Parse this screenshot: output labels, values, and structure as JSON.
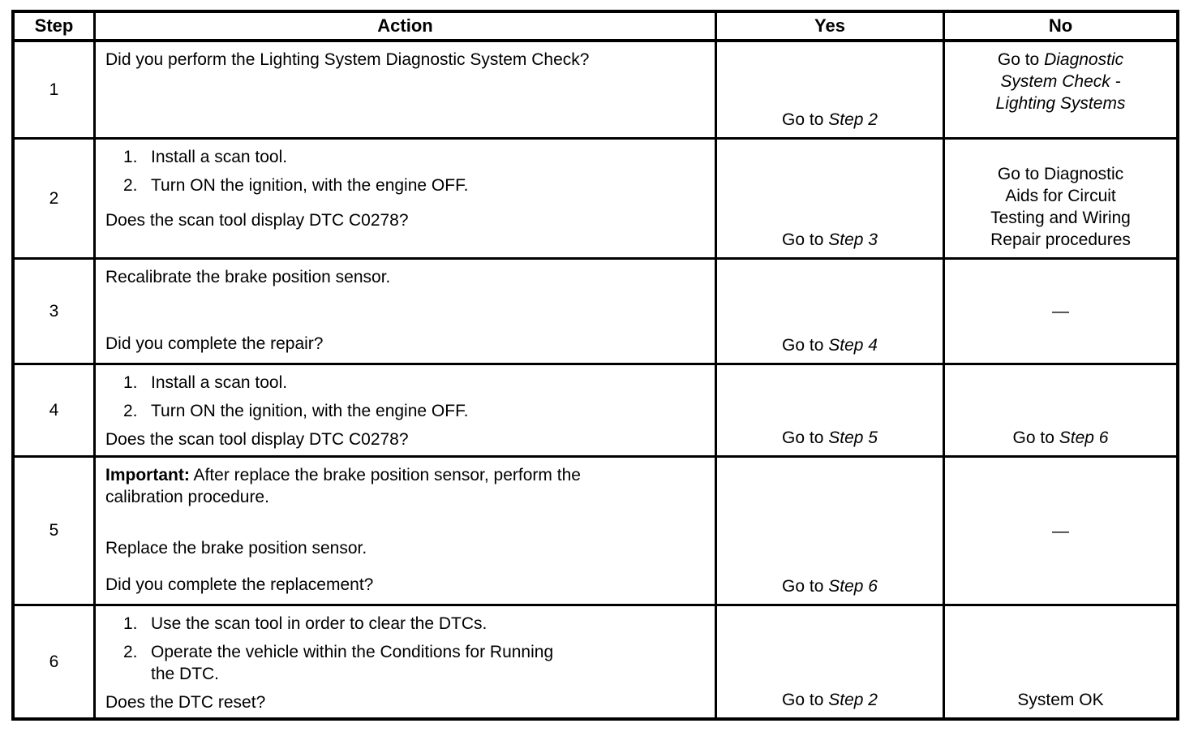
{
  "table": {
    "headers": {
      "step": "Step",
      "action": "Action",
      "yes": "Yes",
      "no": "No"
    },
    "rows": [
      {
        "step": "1",
        "action": {
          "text": "Did you perform the Lighting System Diagnostic System Check?"
        },
        "yes": {
          "prefix": "Go to ",
          "target": "Step 2"
        },
        "no": {
          "prefix": "Go to ",
          "target_italic": "Diagnostic\nSystem Check -\nLighting Systems"
        }
      },
      {
        "step": "2",
        "action": {
          "items": [
            {
              "num": "1.",
              "text": "Install a scan tool."
            },
            {
              "num": "2.",
              "text": "Turn ON the ignition, with the engine OFF."
            }
          ],
          "question": "Does the scan tool display DTC C0278?"
        },
        "yes": {
          "prefix": "Go to ",
          "target": "Step 3"
        },
        "no": {
          "text": "Go to Diagnostic\nAids for Circuit\nTesting and Wiring\nRepair procedures"
        }
      },
      {
        "step": "3",
        "action": {
          "text": "Recalibrate the brake position sensor.",
          "question": "Did you complete the repair?"
        },
        "yes": {
          "prefix": "Go to ",
          "target": "Step 4"
        },
        "no": {
          "dash": "—"
        }
      },
      {
        "step": "4",
        "action": {
          "items": [
            {
              "num": "1.",
              "text": "Install a scan tool."
            },
            {
              "num": "2.",
              "text": "Turn ON the ignition, with the engine OFF."
            }
          ],
          "question": "Does the scan tool display DTC C0278?"
        },
        "yes": {
          "prefix": "Go to ",
          "target": "Step 5"
        },
        "no": {
          "prefix": "Go to ",
          "target": "Step 6"
        }
      },
      {
        "step": "5",
        "action": {
          "important_label": "Important:",
          "important_text": " After replace the brake position sensor, perform the\ncalibration procedure.",
          "text": "Replace the brake position sensor.",
          "question": "Did you complete the replacement?"
        },
        "yes": {
          "prefix": "Go to ",
          "target": "Step 6"
        },
        "no": {
          "dash": "—"
        }
      },
      {
        "step": "6",
        "action": {
          "items": [
            {
              "num": "1.",
              "text": "Use the scan tool in order to clear the DTCs."
            },
            {
              "num": "2.",
              "text": "Operate the vehicle within the Conditions for Running\nthe DTC."
            }
          ],
          "question": "Does the DTC reset?"
        },
        "yes": {
          "prefix": "Go to ",
          "target": "Step 2"
        },
        "no": {
          "text": "System OK"
        }
      }
    ]
  }
}
